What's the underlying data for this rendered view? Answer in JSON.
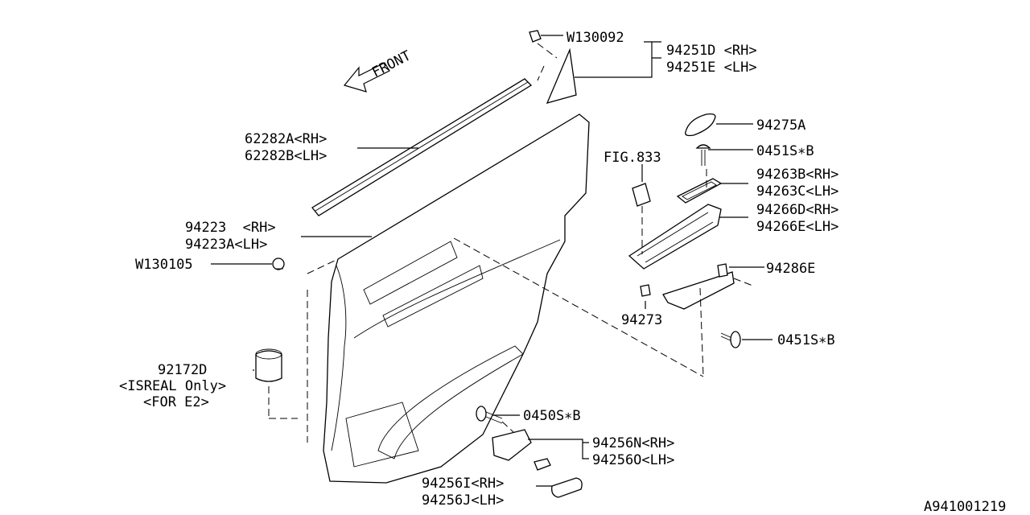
{
  "diagram": {
    "front_label": "FRONT",
    "catalog_id": "A941001219",
    "callouts": [
      {
        "id": "w130092",
        "lines": [
          "W130092"
        ]
      },
      {
        "id": "94251",
        "lines": [
          "94251D <RH>",
          "94251E <LH>"
        ]
      },
      {
        "id": "62282",
        "lines": [
          "62282A<RH>",
          "62282B<LH>"
        ]
      },
      {
        "id": "94275A",
        "lines": [
          "94275A"
        ]
      },
      {
        "id": "0451s-top",
        "lines": [
          "0451S∗B"
        ]
      },
      {
        "id": "fig833",
        "lines": [
          "FIG.833"
        ]
      },
      {
        "id": "94263",
        "lines": [
          "94263B<RH>",
          "94263C<LH>"
        ]
      },
      {
        "id": "94266",
        "lines": [
          "94266D<RH>",
          "94266E<LH>"
        ]
      },
      {
        "id": "94223",
        "lines": [
          "94223  <RH>",
          "94223A<LH>"
        ]
      },
      {
        "id": "w130105",
        "lines": [
          "W130105"
        ]
      },
      {
        "id": "94286E",
        "lines": [
          "94286E"
        ]
      },
      {
        "id": "94273",
        "lines": [
          "94273"
        ]
      },
      {
        "id": "0451s-bot",
        "lines": [
          "0451S∗B"
        ]
      },
      {
        "id": "92172",
        "lines": [
          "92172D",
          "<ISREAL Only>",
          "<FOR E2>"
        ]
      },
      {
        "id": "0450s",
        "lines": [
          "0450S∗B"
        ]
      },
      {
        "id": "94256n",
        "lines": [
          "94256N<RH>",
          "94256O<LH>"
        ]
      },
      {
        "id": "94256i",
        "lines": [
          "94256I<RH>",
          "94256J<LH>"
        ]
      }
    ]
  }
}
